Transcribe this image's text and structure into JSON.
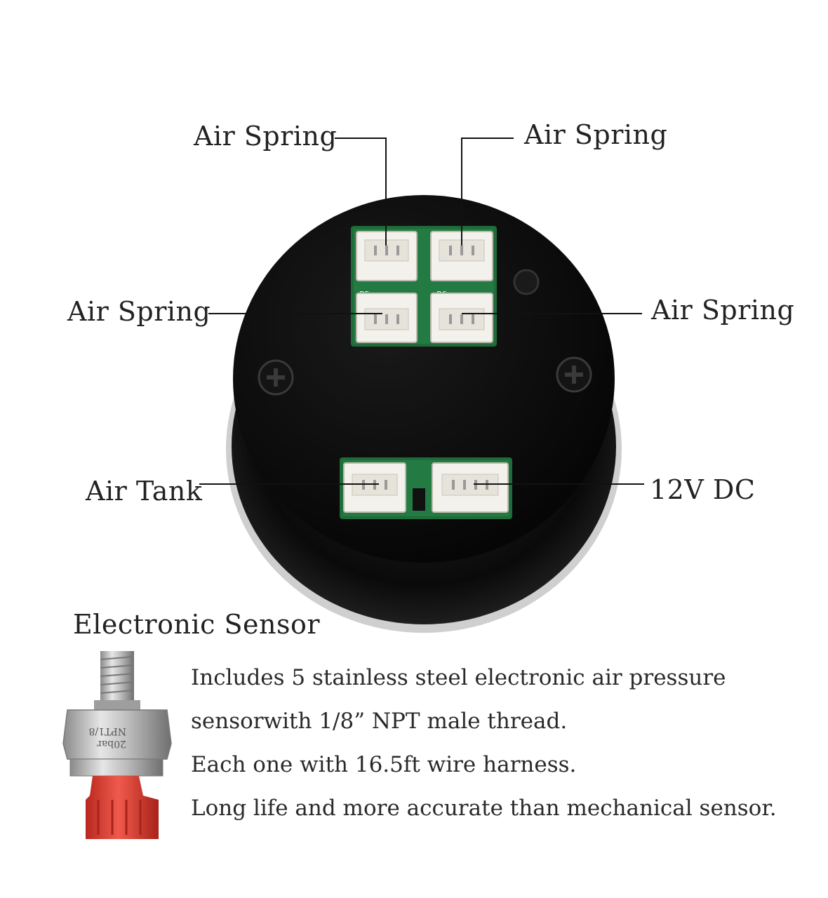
{
  "labels": {
    "air_spring_top_left": "Air Spring",
    "air_spring_top_right": "Air Spring",
    "air_spring_mid_left": "Air Spring",
    "air_spring_mid_right": "Air Spring",
    "air_tank": "Air Tank",
    "power": "12V DC",
    "sensor_title": "Electronic Sensor"
  },
  "pcb_markings": {
    "p5": "P5",
    "p6": "P6"
  },
  "sensor_markings": {
    "thread": "NPT1/8",
    "range": "20bar"
  },
  "description": [
    "Includes 5 stainless steel electronic air pressure",
    "sensorwith 1/8” NPT male thread.",
    "Each one with 16.5ft wire harness.",
    "Long life and more accurate than mechanical sensor."
  ],
  "colors": {
    "housing": "#0b0b0b",
    "pcb": "#1f6b3a",
    "connector": "#f3f1ec",
    "sensor_cap": "#e2463a",
    "sensor_metal": "#b9b9b9"
  }
}
